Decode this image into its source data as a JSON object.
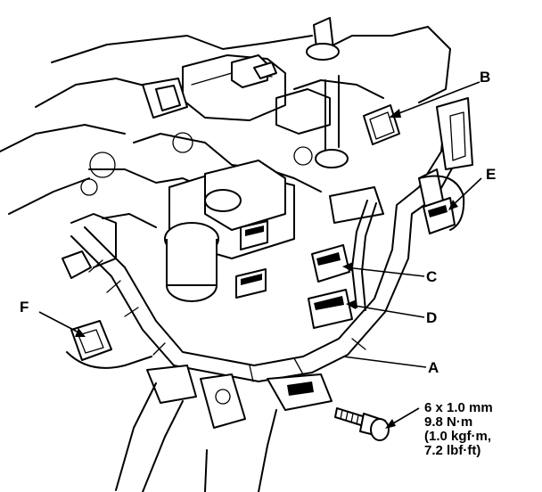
{
  "labels": {
    "A": "A",
    "B": "B",
    "C": "C",
    "D": "D",
    "E": "E",
    "F": "F"
  },
  "bolt_spec": {
    "line1": "6 x 1.0 mm",
    "line2": "9.8 N·m",
    "line3": "(1.0 kgf·m,",
    "line4": "7.2 lbf·ft)"
  }
}
